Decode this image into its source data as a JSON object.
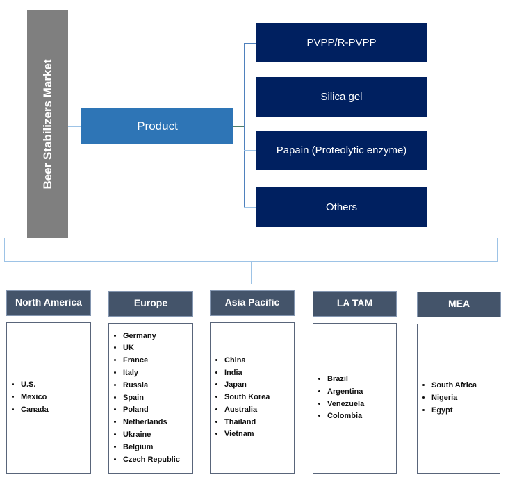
{
  "root": {
    "title": "Beer Stabilizers Market"
  },
  "segment": {
    "label": "Product"
  },
  "product_types": [
    {
      "label": "PVPP/R-PVPP"
    },
    {
      "label": "Silica gel"
    },
    {
      "label": "Papain (Proteolytic  enzyme)"
    },
    {
      "label": "Others"
    }
  ],
  "colors": {
    "root_bar": "#7f7f7f",
    "segment": "#2e75b6",
    "product_type": "#002060",
    "region_header": "#44546a",
    "connector": "#4f81bd"
  },
  "regions": [
    {
      "name": "North America",
      "countries": [
        "U.S.",
        "Mexico",
        "Canada"
      ]
    },
    {
      "name": "Europe",
      "countries": [
        "Germany",
        "UK",
        "France",
        "Italy",
        "Russia",
        "Spain",
        "Poland",
        "Netherlands",
        "Ukraine",
        "Belgium",
        "Czech Republic"
      ]
    },
    {
      "name": "Asia Pacific",
      "countries": [
        "China",
        "India",
        "Japan",
        "South Korea",
        "Australia",
        "Thailand",
        "Vietnam"
      ]
    },
    {
      "name": "LA TAM",
      "countries": [
        "Brazil",
        "Argentina",
        "Venezuela",
        "Colombia"
      ]
    },
    {
      "name": "MEA",
      "countries": [
        "South Africa",
        "Nigeria",
        "Egypt"
      ]
    }
  ]
}
